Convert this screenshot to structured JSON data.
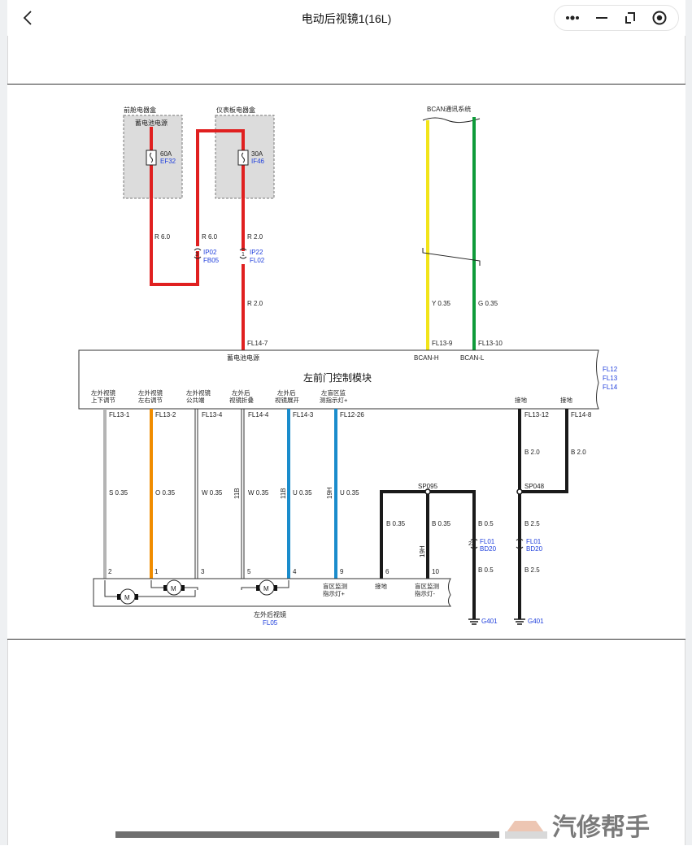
{
  "header": {
    "title": "电动后视镜1(16L)"
  },
  "colors": {
    "red": "#e02020",
    "yellow": "#f2e41a",
    "green": "#0f9b3a",
    "gray": "#b4b4b4",
    "orange": "#f08c00",
    "blue": "#1a8ccc",
    "black": "#1a1a1a",
    "blue_text": "#1f3fdc",
    "box_fill": "#dcdcdc"
  },
  "diagram": {
    "box_front_name": "前舱电器盒",
    "box_front_sub": "蓄电池电源",
    "fuse1_amp": "60A",
    "fuse1_code": "EF32",
    "box_panel_name": "仪表板电器盒",
    "fuse2_amp": "30A",
    "fuse2_code": "IF46",
    "bcan_label": "BCAN通讯系统",
    "wire_r60_a": "R 6.0",
    "wire_r60_b": "R 6.0",
    "wire_r20_a": "R 2.0",
    "wire_r20_b": "R 2.0",
    "conn_ip02": "IP02",
    "conn_fb05": "FB05",
    "pin_3": "3",
    "conn_ip22": "IP22",
    "conn_fl02": "FL02",
    "pin_1": "1",
    "wire_y035": "Y 0.35",
    "wire_g035": "G 0.35",
    "pin_fl14_7": "FL14-7",
    "pin_fl13_9": "FL13-9",
    "pin_fl13_10": "FL13-10",
    "module_title": "左前门控制模块",
    "module_in_batt": "蓄电池电源",
    "module_in_bcanh": "BCAN-H",
    "module_in_bcanl": "BCAN-L",
    "module_conns": [
      "FL12",
      "FL13",
      "FL14"
    ],
    "out_labels": [
      [
        "左外视镜",
        "上下调节"
      ],
      [
        "左外视镜",
        "左右调节"
      ],
      [
        "左外视镜",
        "公共端"
      ],
      [
        "左外后",
        "视镜折叠"
      ],
      [
        "左外后",
        "视镜展开"
      ],
      [
        "左盲区监",
        "测指示灯+"
      ]
    ],
    "gnd_label_1": "接地",
    "gnd_label_2": "接地",
    "out_pins": [
      "FL13-1",
      "FL13-2",
      "FL13-4",
      "FL14-4",
      "FL14-3",
      "FL12-26",
      "FL13-12",
      "FL14-8"
    ],
    "out_wires": [
      "S 0.35",
      "O 0.35",
      "W 0.35",
      "W 0.35",
      "U 0.35",
      "U 0.35"
    ],
    "twist_11b_1": "11B",
    "twist_11b_2": "11B",
    "twist_19h_1": "19H",
    "twist_19h_2": "19H",
    "splice_sp095": "SP095",
    "splice_sp048": "SP048",
    "wire_b035_a": "B 0.35",
    "wire_b035_b": "B 0.35",
    "wire_b05_a": "B 0.5",
    "wire_b05_b": "B 0.5",
    "wire_b20_a": "B 2.0",
    "wire_b20_b": "B 2.0",
    "wire_b25_a": "B 2.5",
    "wire_b25_b": "B 2.5",
    "conn_fl01_a": "FL01",
    "conn_bd20_a": "BD20",
    "pin_22": "22",
    "conn_fl01_b": "FL01",
    "conn_bd20_b": "BD20",
    "pin_1b": "1",
    "mirror_pins": [
      "2",
      "1",
      "3",
      "5",
      "4",
      "9",
      "6",
      "10"
    ],
    "motor_label": "M",
    "mirror_in_bsd_plus": [
      "盲区监测",
      "指示灯+"
    ],
    "mirror_in_gnd": "接地",
    "mirror_in_bsd_minus": [
      "盲区监测",
      "指示灯-"
    ],
    "mirror_name": "左外后视镜",
    "mirror_code": "FL05",
    "ground_g401_a": "G401",
    "ground_g401_b": "G401"
  },
  "watermark": {
    "text": "汽修帮手"
  }
}
